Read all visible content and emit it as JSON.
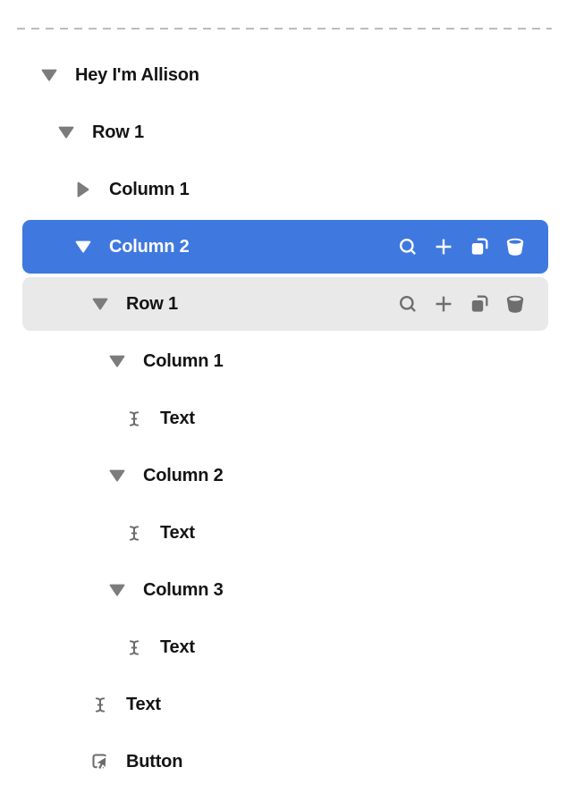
{
  "colors": {
    "selected_bg": "#3F78DF",
    "selected_fg": "#ffffff",
    "hover_bg": "#e9e9e9",
    "text": "#141414",
    "caret": "#7c7c7c",
    "leaf_icon": "#6b6b6b",
    "action_icon": "#6e6e6e",
    "dash": "#bcbcbc"
  },
  "separator": {
    "style": "dashed-drop-line"
  },
  "tree": {
    "action_icons": [
      "search-icon",
      "plus-icon",
      "duplicate-icon",
      "trash-icon"
    ],
    "rows": [
      {
        "label": "Hey I'm Allison",
        "level": 0,
        "icon": "caret-down-icon",
        "state": "expanded",
        "highlight": "none",
        "actions": false
      },
      {
        "label": "Row 1",
        "level": 1,
        "icon": "caret-down-icon",
        "state": "expanded",
        "highlight": "none",
        "actions": false
      },
      {
        "label": "Column 1",
        "level": 2,
        "icon": "caret-right-icon",
        "state": "collapsed",
        "highlight": "none",
        "actions": false
      },
      {
        "label": "Column 2",
        "level": 2,
        "icon": "caret-down-icon",
        "state": "expanded",
        "highlight": "selected",
        "actions": true
      },
      {
        "label": "Row 1",
        "level": 3,
        "icon": "caret-down-icon",
        "state": "expanded",
        "highlight": "hover",
        "actions": true
      },
      {
        "label": "Column 1",
        "level": 4,
        "icon": "caret-down-icon",
        "state": "expanded",
        "highlight": "none",
        "actions": false
      },
      {
        "label": "Text",
        "level": 5,
        "icon": "text-cursor-icon",
        "state": "leaf",
        "highlight": "none",
        "actions": false
      },
      {
        "label": "Column 2",
        "level": 4,
        "icon": "caret-down-icon",
        "state": "expanded",
        "highlight": "none",
        "actions": false
      },
      {
        "label": "Text",
        "level": 5,
        "icon": "text-cursor-icon",
        "state": "leaf",
        "highlight": "none",
        "actions": false
      },
      {
        "label": "Column 3",
        "level": 4,
        "icon": "caret-down-icon",
        "state": "expanded",
        "highlight": "none",
        "actions": false
      },
      {
        "label": "Text",
        "level": 5,
        "icon": "text-cursor-icon",
        "state": "leaf",
        "highlight": "none",
        "actions": false
      },
      {
        "label": "Text",
        "level": 3,
        "icon": "text-cursor-icon",
        "state": "leaf",
        "highlight": "none",
        "actions": false
      },
      {
        "label": "Button",
        "level": 3,
        "icon": "button-pointer-icon",
        "state": "leaf",
        "highlight": "none",
        "actions": false
      }
    ]
  }
}
